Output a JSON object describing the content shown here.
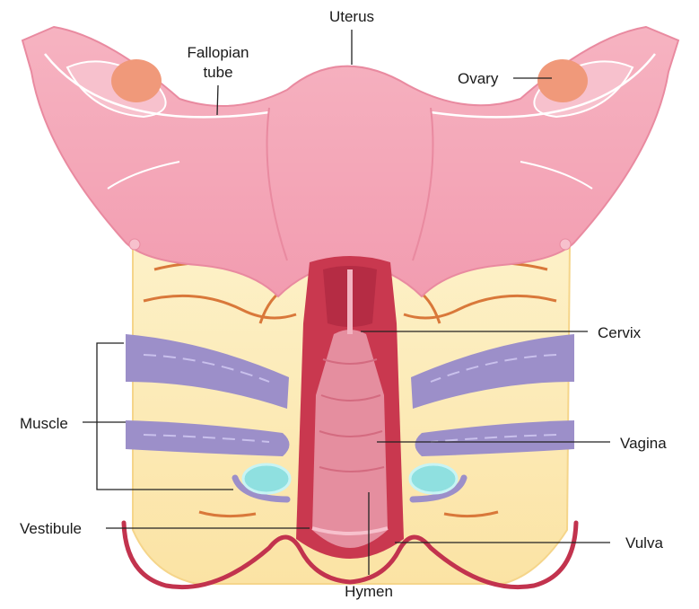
{
  "labels": {
    "uterus": "Uterus",
    "fallopian_tube_line1": "Fallopian",
    "fallopian_tube_line2": "tube",
    "ovary": "Ovary",
    "cervix": "Cervix",
    "muscle": "Muscle",
    "vagina": "Vagina",
    "vestibule": "Vestibule",
    "vulva": "Vulva",
    "hymen": "Hymen"
  },
  "colors": {
    "uterus": "#f4a3b4",
    "uterus_dark": "#e98aa0",
    "fat": "#fbe6a8",
    "muscle": "#9c8fc9",
    "canal": "#c9384f",
    "canal_light": "#e58e9f",
    "duct": "#d9783a",
    "gland": "#8fe0e0",
    "skin": "#c2334e",
    "ovary": "#f0997a"
  }
}
